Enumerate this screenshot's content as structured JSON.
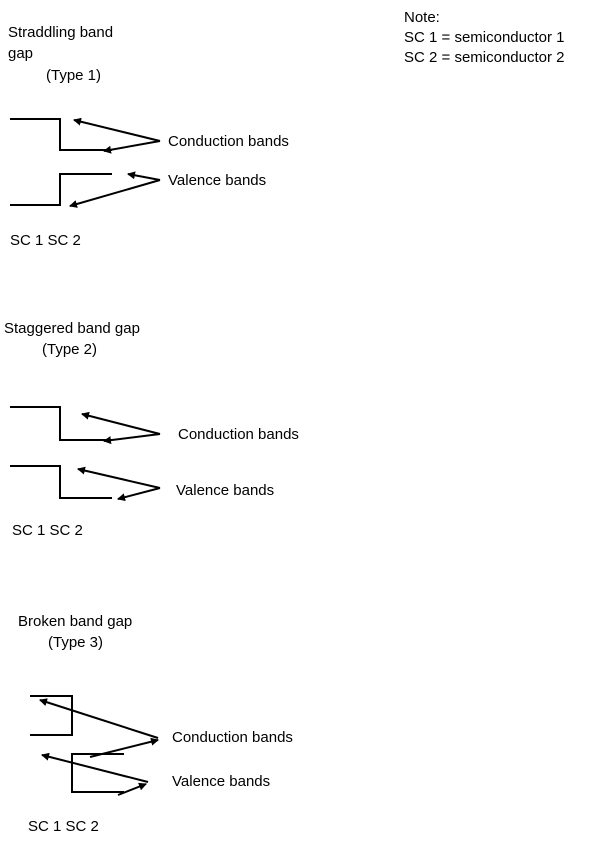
{
  "note": {
    "heading": "Note:",
    "line1": "SC 1 = semiconductor 1",
    "line2": "SC 2 = semiconductor 2"
  },
  "type1": {
    "title_line1": "Straddling band",
    "title_line2": "gap",
    "subtitle": "(Type 1)",
    "conduction_label": "Conduction bands",
    "valence_label": "Valence bands",
    "sc_label": "SC 1 SC 2"
  },
  "type2": {
    "title": "Staggered band gap",
    "subtitle": "(Type 2)",
    "conduction_label": "Conduction bands",
    "valence_label": "Valence bands",
    "sc_label": "SC 1 SC 2"
  },
  "type3": {
    "title": "Broken band gap",
    "subtitle": "(Type 3)",
    "conduction_label": "Conduction bands",
    "valence_label": "Valence bands",
    "sc_label": "SC 1 SC 2"
  }
}
